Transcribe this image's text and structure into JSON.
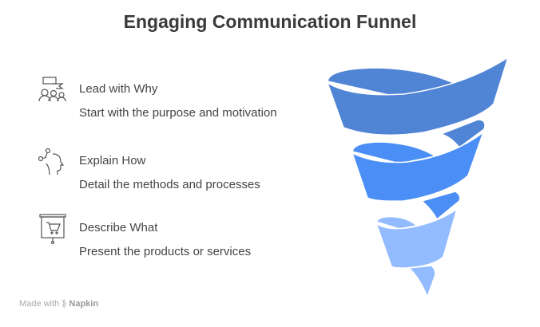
{
  "title": "Engaging Communication Funnel",
  "items": [
    {
      "heading": "Lead with Why",
      "description": "Start with the purpose and motivation",
      "icon": "presentation-audience-icon"
    },
    {
      "heading": "Explain How",
      "description": "Detail the methods and processes",
      "icon": "head-thinking-icon"
    },
    {
      "heading": "Describe What",
      "description": "Present the products or services",
      "icon": "cart-board-icon"
    }
  ],
  "colors": {
    "level1": "#5084D4",
    "level2": "#4B8EF5",
    "level3": "#93BBFF"
  },
  "footer": {
    "prefix": "Made with",
    "brand": "Napkin"
  }
}
